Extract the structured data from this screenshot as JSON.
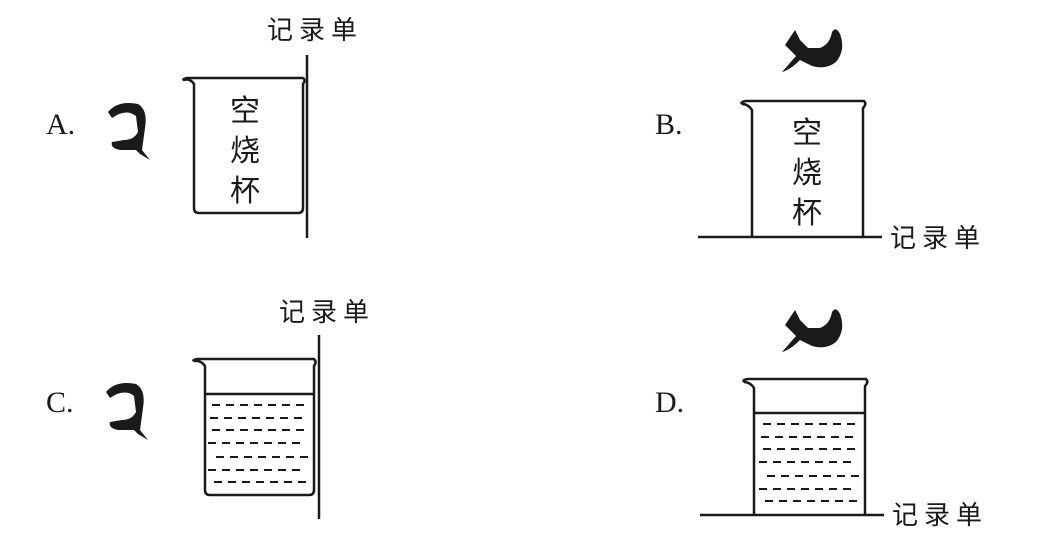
{
  "options": [
    {
      "label": "A.",
      "sheet_label": "记录单",
      "beaker_text": [
        "空",
        "烧",
        "杯"
      ],
      "beaker_state": "empty",
      "eye_position": "side",
      "sheet_orientation": "vertical"
    },
    {
      "label": "B.",
      "sheet_label": "记录单",
      "beaker_text": [
        "空",
        "烧",
        "杯"
      ],
      "beaker_state": "empty",
      "eye_position": "top",
      "sheet_orientation": "horizontal"
    },
    {
      "label": "C.",
      "sheet_label": "记录单",
      "beaker_text": [],
      "beaker_state": "water",
      "eye_position": "side",
      "sheet_orientation": "vertical"
    },
    {
      "label": "D.",
      "sheet_label": "记录单",
      "beaker_text": [],
      "beaker_state": "water",
      "eye_position": "top",
      "sheet_orientation": "horizontal"
    }
  ],
  "colors": {
    "ink": "#1a1a1a",
    "background": "#ffffff"
  }
}
